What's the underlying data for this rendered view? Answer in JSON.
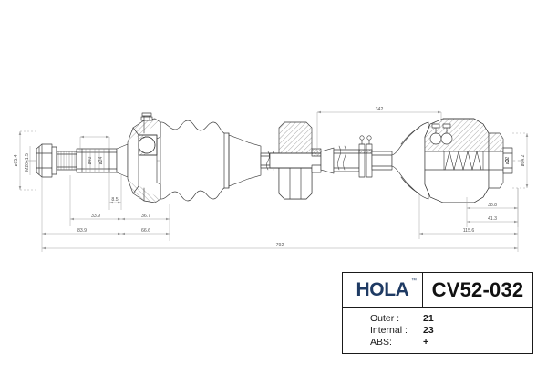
{
  "document": {
    "kind": "technical-drawing",
    "subject": "CV axle drive shaft assembly",
    "view": "side elevation, partial section"
  },
  "title_block": {
    "brand": "HOLA",
    "trademark_mark": "™",
    "part_number": "CV52-032",
    "brand_color": "#1e3a63",
    "specs": [
      {
        "label": "Outer :",
        "value": "21"
      },
      {
        "label": "Internal :",
        "value": "23"
      },
      {
        "label": "ABS:",
        "value": "+"
      }
    ]
  },
  "dimensions": {
    "overall_length": "792",
    "top_span": "342",
    "left_chain": [
      "33.9",
      "36.7"
    ],
    "left_base": [
      "83.9",
      "66.6"
    ],
    "small_upper": "8.5",
    "right_stack": [
      "38.8",
      "41.3"
    ],
    "right_base": "115.6",
    "left_diameter": "ø75.4",
    "left_thread": "M20×1.5",
    "left_spline_a": "ø40",
    "left_spline_b": "ø24",
    "right_diameter": "ø94.2",
    "right_small": "ø22"
  },
  "components": [
    {
      "name": "hex-nut",
      "position": "left-end"
    },
    {
      "name": "threaded-stub-shaft",
      "position": "left"
    },
    {
      "name": "splined-stub",
      "position": "left"
    },
    {
      "name": "outer-cv-joint",
      "position": "left-center"
    },
    {
      "name": "rubber-boot-outer",
      "position": "left-center"
    },
    {
      "name": "intermediate-shaft",
      "position": "center"
    },
    {
      "name": "center-support-bearing",
      "position": "center"
    },
    {
      "name": "abs-tone-ring",
      "position": "right-center"
    },
    {
      "name": "inner-tripod-joint",
      "position": "right"
    },
    {
      "name": "rubber-boot-inner",
      "position": "right"
    },
    {
      "name": "spring",
      "position": "right"
    }
  ],
  "style": {
    "line_color": "#3a3a3a",
    "dim_color": "#777777",
    "hatch_color": "#555555",
    "background": "#ffffff"
  }
}
